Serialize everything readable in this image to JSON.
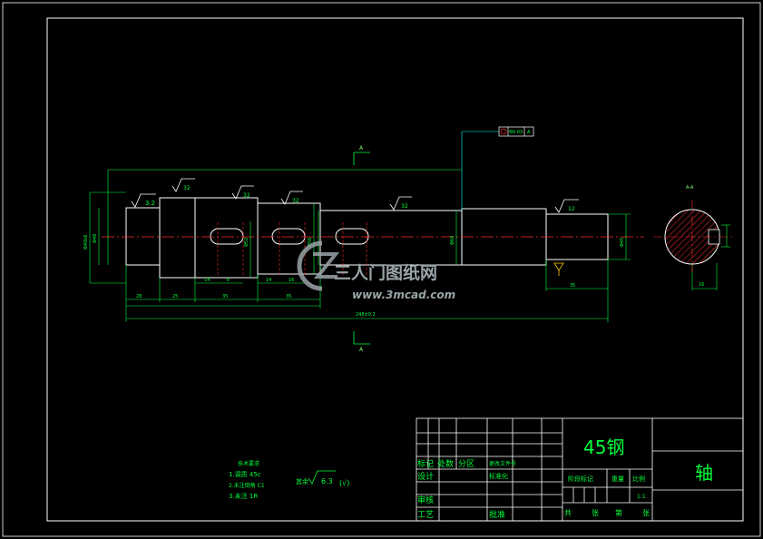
{
  "colors": {
    "background": "#000000",
    "outline": "#ffffff",
    "dimension": "#00ff3c",
    "centerline": "#ff2a2a",
    "leader": "#00ffff",
    "hatch": "#ff2a2a",
    "watermark": "#9aa4a8"
  },
  "section_marks": {
    "top": "A",
    "bottom": "A",
    "section_title": "A-A"
  },
  "roughness": {
    "r1": "3.2",
    "r2": "32",
    "r3": "32",
    "r4": "32",
    "r5": "32",
    "r6": "12"
  },
  "tolerance_frame": {
    "value": "Φ0.03",
    "datum": "A"
  },
  "dimensions": {
    "d_left": "Φ40k6",
    "d_left2": "Φ48",
    "d_mid1": "Φ52",
    "d_mid2": "Φ56",
    "d_right": "Φ60",
    "d_end": "Φ45",
    "len_a": "28",
    "len_b": "25",
    "len_c": "14",
    "len_d": "35",
    "len_e": "8",
    "len_f": "35",
    "len_g": "16",
    "len_h": "14",
    "len_total": "248±0.2",
    "len_right": "35",
    "sec_dim": "16"
  },
  "notes": {
    "heading": "技术要求",
    "line1": "1.调质 45c",
    "line2": "2.未注倒角 C1",
    "line3": "3.未注 1R",
    "rough_prefix": "其余",
    "rough_value": "6.3",
    "rough_suffix": "(√)"
  },
  "title_block": {
    "material": "45钢",
    "part_name": "轴",
    "row_labels": {
      "mark": "标记",
      "count": "处数",
      "zone": "分区",
      "doc": "更改文件号",
      "design": "设计",
      "standard": "标准化",
      "review": "审核",
      "process": "工艺",
      "approve": "批准"
    },
    "stage_mark": "阶段标记",
    "weight": "重量",
    "scale": "比例",
    "scale_value": "1:1",
    "sheet_total": "共",
    "sheet_of": "张",
    "sheet_no": "第",
    "sheet_unit": "张"
  },
  "watermark": {
    "brand": "三人门图纸网",
    "url": "www.3mcad.com"
  }
}
